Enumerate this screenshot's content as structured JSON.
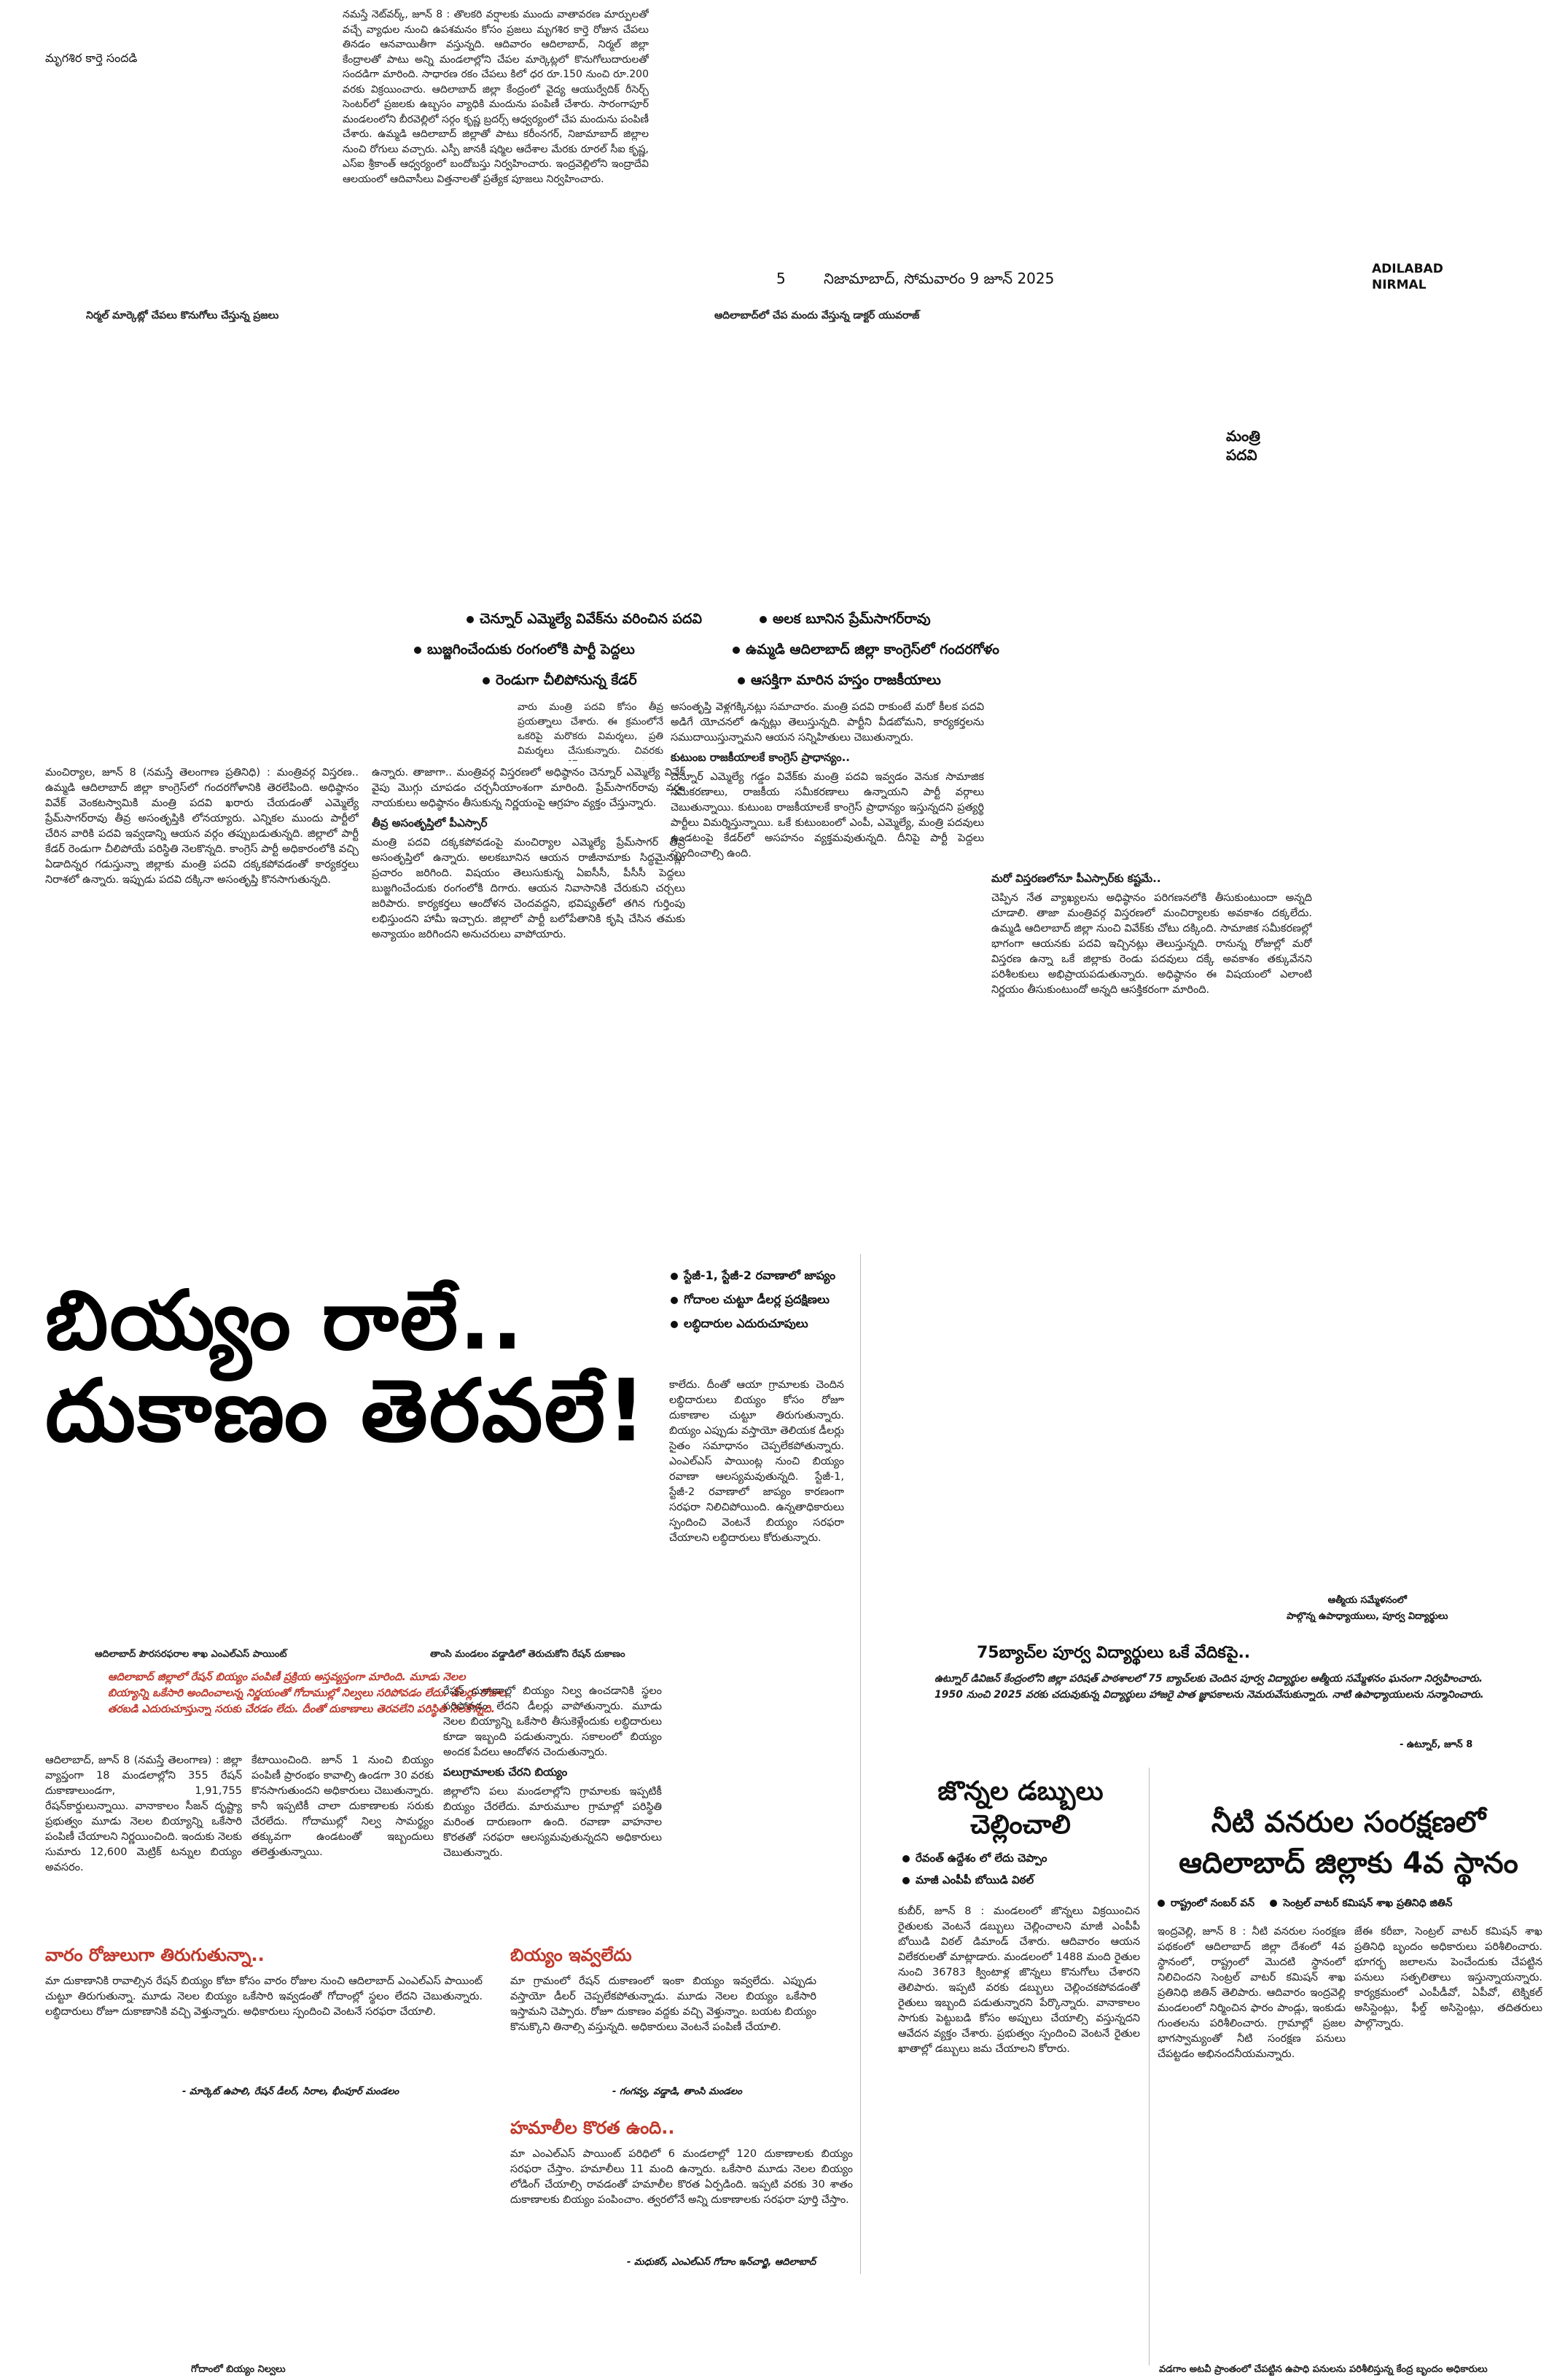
{
  "masthead": {
    "section_title": "మృగశిర కార్తె సందడి",
    "page_number": "5",
    "dateline": "నిజామాబాద్, సోమవారం 9 జూన్ 2025",
    "edition_line1": "ADILABAD",
    "edition_line2": "NIRMAL"
  },
  "top_story": {
    "body": "నమస్తే నెట్‌వర్క్, జూన్ 8 : తొలకరి వర్షాలకు ముందు వాతావరణ మార్పులతో వచ్చే వ్యాధుల నుంచి ఉపశమనం కోసం ప్రజలు మృగశిర కార్తె రోజున చేపలు తినడం ఆనవాయితీగా వస్తున్నది. ఆదివారం ఆదిలాబాద్, నిర్మల్ జిల్లా కేంద్రాలతో పాటు అన్ని మండలాల్లోని చేపల మార్కెట్లలో కొనుగోలుదారులతో సందడిగా మారింది. సాధారణ రకం చేపలు కిలో ధర రూ.150 నుంచి రూ.200 వరకు విక్రయించారు. ఆదిలాబాద్ జిల్లా కేంద్రంలో వైద్య ఆయుర్వేదిక్ రీసెర్చ్ సెంటర్‌లో ప్రజలకు ఉబ్బసం వ్యాధికి మందును పంపిణీ చేశారు. సారంగాపూర్ మండలంలోని బీరవెల్లిలో సర్గం కృష్ణ బ్రదర్స్ ఆధ్వర్యంలో చేప మందును పంపిణీ చేశారు. ఉమ్మడి ఆదిలాబాద్ జిల్లాతో పాటు కరీంనగర్, నిజామాబాద్ జిల్లాల నుంచి రోగులు వచ్చారు. ఎస్పీ జానకీ షర్మిల ఆదేశాల మేరకు రూరల్ సీఐ కృష్ణ, ఎస్‌ఐ శ్రీకాంత్ ఆధ్వర్యంలో బందోబస్తు నిర్వహించారు. ఇంద్రవెల్లిలోని ఇంద్రాదేవి ఆలయంలో ఆదివాసీలు విత్తనాలతో ప్రత్యేక పూజలు నిర్వహించారు.",
    "caption_left": "నిర్మల్ మార్కెట్లో చేపలు కొనుగోలు చేస్తున్న ప్రజలు",
    "caption_right": "ఆదిలాబాద్‌లో చేప మందు వేస్తున్న డాక్టర్ యువరాజ్"
  },
  "minister_story": {
    "kicker_line1": "మంత్రి",
    "kicker_line2": "పదవి",
    "bullets": [
      "చెన్నూర్ ఎమ్మెల్యే వివేక్‌ను వరించిన పదవి",
      "అలక బూనిన ప్రేమ్‌సాగర్‌రావు",
      "బుజ్జగించేందుకు రంగంలోకి పార్టీ పెద్దలు",
      "ఉమ్మడి ఆదిలాబాద్ జిల్లా కాంగ్రెస్‌లో గందరగోళం",
      "రెండుగా చీలిపోనున్న కేడర్",
      "ఆసక్తిగా మారిన హస్తం రాజకీయాలు"
    ],
    "col1": "మంచిర్యాల, జూన్ 8 (నమస్తే తెలంగాణ ప్రతినిధి) : మంత్రివర్గ విస్తరణ.. ఉమ్మడి ఆదిలాబాద్ జిల్లా కాంగ్రెస్‌లో గందరగోళానికి తెరలేపింది. అధిష్ఠానం వివేక్ వెంకటస్వామికి మంత్రి పదవి ఖరారు చేయడంతో ఎమ్మెల్యే ప్రేమ్‌సాగర్‌రావు తీవ్ర అసంతృప్తికి లోనయ్యారు. ఎన్నికల ముందు పార్టీలో చేరిన వారికి పదవి ఇవ్వడాన్ని ఆయన వర్గం తప్పుబడుతున్నది. జిల్లాలో పార్టీ కేడర్ రెండుగా చీలిపోయే పరిస్థితి నెలకొన్నది. కాంగ్రెస్ పార్టీ అధికారంలోకి వచ్చి ఏడాదిన్నర గడుస్తున్నా జిల్లాకు మంత్రి పదవి దక్కకపోవడంతో కార్యకర్తలు నిరాశలో ఉన్నారు. ఇప్పుడు పదవి దక్కినా అసంతృప్తి కొనసాగుతున్నది.",
    "col2": "ఉన్నారు. తాజాగా.. మంత్రివర్గ విస్తరణలో అధిష్ఠానం చెన్నూర్ ఎమ్మెల్యే వివేక్ వైపు మొగ్గు చూపడం చర్చనీయాంశంగా మారింది. ప్రేమ్‌సాగర్‌రావు వర్గం నాయకులు అధిష్ఠానం తీసుకున్న నిర్ణయంపై ఆగ్రహం వ్యక్తం చేస్తున్నారు.",
    "col2_subhead": "తీవ్ర అసంతృప్తిలో పీఎస్సార్",
    "col2b": "మంత్రి పదవి దక్కకపోవడంపై మంచిర్యాల ఎమ్మెల్యే ప్రేమ్‌సాగర్ తీవ్ర అసంతృప్తిలో ఉన్నారు. అలకబూనిన ఆయన రాజీనామాకు సిద్ధమైనట్లు ప్రచారం జరిగింది. విషయం తెలుసుకున్న ఏఐసీసీ, పీసీసీ పెద్దలు బుజ్జగించేందుకు రంగంలోకి దిగారు. ఆయన నివాసానికి చేరుకుని చర్చలు జరిపారు. కార్యకర్తలు ఆందోళన చెందవద్దని, భవిష్యత్‌లో తగిన గుర్తింపు లభిస్తుందని హామీ ఇచ్చారు. జిల్లాలో పార్టీ బలోపేతానికి కృషి చేసిన తమకు అన్యాయం జరిగిందని అనుచరులు వాపోయారు.",
    "col3": "వారు మంత్రి పదవి కోసం తీవ్ర ప్రయత్నాలు చేశారు. ఈ క్రమంలోనే ఒకరిపై మరొకరు విమర్శలు, ప్రతి విమర్శలు చేసుకున్నారు. చివరకు అధిష్ఠానం వివేక్ వైపు మొగ్గు చూపింది. దీంతో ఇరు వర్గాల మధ్య విభేదాలు మరింత ముదిరే అవకాశం ఉందని విశ్లేషకులు అంటున్నారు.",
    "col4": "అసంతృప్తి వెళ్లగక్కినట్లు సమాచారం. మంత్రి పదవి రాకుంటే మరో కీలక పదవి అడిగే యోచనలో ఉన్నట్లు తెలుస్తున్నది. పార్టీని వీడబోమని, కార్యకర్తలను సముదాయిస్తున్నామని ఆయన సన్నిహితులు చెబుతున్నారు.",
    "col4_subhead": "కుటుంబ రాజకీయాలకే కాంగ్రెస్ ప్రాధాన్యం..",
    "col4b": "చెన్నూర్ ఎమ్మెల్యే గడ్డం వివేక్‌కు మంత్రి పదవి ఇవ్వడం వెనుక సామాజిక సమీకరణాలు, రాజకీయ సమీకరణాలు ఉన్నాయని పార్టీ వర్గాలు చెబుతున్నాయి. కుటుంబ రాజకీయాలకే కాంగ్రెస్ ప్రాధాన్యం ఇస్తున్నదని ప్రత్యర్థి పార్టీలు విమర్శిస్తున్నాయి. ఒకే కుటుంబంలో ఎంపీ, ఎమ్మెల్యే, మంత్రి పదవులు ఉండటంపై కేడర్‌లో అసహనం వ్యక్తమవుతున్నది. దీనిపై పార్టీ పెద్దలు స్పందించాల్సి ఉంది.",
    "col5_subhead": "మరో విస్తరణలోనూ పీఎస్సార్‌కు కష్టమే..",
    "col5": "చెప్పిన నేత వ్యాఖ్యలను అధిష్ఠానం పరిగణనలోకి తీసుకుంటుందా అన్నది చూడాలి. తాజా మంత్రివర్గ విస్తరణలో మంచిర్యాలకు అవకాశం దక్కలేదు. ఉమ్మడి ఆదిలాబాద్ జిల్లా నుంచి వివేక్‌కు చోటు దక్కింది. సామాజిక సమీకరణల్లో భాగంగా ఆయనకు పదవి ఇచ్చినట్లు తెలుస్తున్నది. రానున్న రోజుల్లో మరో విస్తరణ ఉన్నా ఒకే జిల్లాకు రెండు పదవులు దక్కే అవకాశం తక్కువేనని పరిశీలకులు అభిప్రాయపడుతున్నారు. అధిష్ఠానం ఈ విషయంలో ఎలాంటి నిర్ణయం తీసుకుంటుందో అన్నది ఆసక్తికరంగా మారింది."
  },
  "rice_story": {
    "headline_line1": "బియ్యం రాలే..",
    "headline_line2": "దుకాణం తెరవలే!",
    "bullets": [
      "స్టేజీ-1, స్టేజీ-2 రవాణాలో జాప్యం",
      "గోదాంల చుట్టూ డీలర్ల ప్రదక్షిణలు",
      "లబ్ధిదారుల ఎదురుచూపులు"
    ],
    "red_lead": "ఆదిలాబాద్ జిల్లాలో రేషన్ బియ్యం పంపిణీ ప్రక్రియ అస్తవ్యస్తంగా మారింది. మూడు నెలల బియ్యాన్ని ఒకేసారి అందించాలన్న నిర్ణయంతో గోదాముల్లో నిల్వలు సరిపోవడం లేదు. డీలర్లు రోజుల తరబడి ఎదురుచూస్తున్నా సరుకు చేరడం లేదు. దీంతో దుకాణాలు తెరవలేని పరిస్థితి నెలకొన్నది.",
    "body_col1": "ఆదిలాబాద్, జూన్ 8 (నమస్తే తెలంగాణ) : జిల్లా వ్యాప్తంగా 18 మండలాల్లోని 355 రేషన్ దుకాణాలుండగా, 1,91,755 రేషన్‌కార్డులున్నాయి. వానాకాలం సీజన్ దృష్ట్యా ప్రభుత్వం మూడు నెలల బియ్యాన్ని ఒకేసారి పంపిణీ చేయాలని నిర్ణయించింది. ఇందుకు నెలకు సుమారు 12,600 మెట్రిక్ టన్నుల బియ్యం అవసరం.",
    "body_col2": "కేటాయించింది. జూన్ 1 నుంచి బియ్యం పంపిణీ ప్రారంభం కావాల్సి ఉండగా 30 వరకు కొనసాగుతుందని అధికారులు చెబుతున్నారు. కానీ ఇప్పటికీ చాలా దుకాణాలకు సరుకు చేరలేదు. గోదాముల్లో నిల్వ సామర్థ్యం తక్కువగా ఉండటంతో ఇబ్బందులు తలెత్తుతున్నాయి.",
    "body_col3": "రేషన్ దుకాణాల్లో బియ్యం నిల్వ ఉంచడానికి స్థలం సరిపోవడం లేదని డీలర్లు వాపోతున్నారు. మూడు నెలల బియ్యాన్ని ఒకేసారి తీసుకెళ్లేందుకు లబ్ధిదారులు కూడా ఇబ్బంది పడుతున్నారు. సకాలంలో బియ్యం అందక పేదలు ఆందోళన చెందుతున్నారు.",
    "body_col4": "కాలేదు. దీంతో ఆయా గ్రామాలకు చెందిన లబ్ధిదారులు బియ్యం కోసం రోజూ దుకాణాల చుట్టూ తిరుగుతున్నారు. బియ్యం ఎప్పుడు వస్తాయో తెలియక డీలర్లు సైతం సమాధానం చెప్పలేకపోతున్నారు. ఎంఎల్‌ఎస్ పాయింట్ల నుంచి బియ్యం రవాణా ఆలస్యమవుతున్నది. స్టేజీ-1, స్టేజీ-2 రవాణాలో జాప్యం కారణంగా సరఫరా నిలిచిపోయింది. ఉన్నతాధికారులు స్పందించి వెంటనే బియ్యం సరఫరా చేయాలని లబ్ధిదారులు కోరుతున్నారు.",
    "subhead1": "పలుగ్రామాలకు చేరని బియ్యం",
    "body_col3b": "జిల్లాలోని పలు మండలాల్లోని గ్రామాలకు ఇప్పటికీ బియ్యం చేరలేదు. మారుమూల గ్రామాల్లో పరిస్థితి మరింత దారుణంగా ఉంది. రవాణా వాహనాల కొరతతో సరఫరా ఆలస్యమవుతున్నదని అధికారులు చెబుతున్నారు.",
    "caption_left": "ఆదిలాబాద్ పౌరసరఫరాల శాఖ ఎంఎల్‌ఎస్ పాయింట్",
    "caption_middle": "తాంసి మండలం వడ్డాడిలో తెరుచుకోని రేషన్ దుకాణం",
    "sec1_head": "వారం రోజులుగా తిరుగుతున్నా..",
    "sec1_body": "మా దుకాణానికి రావాల్సిన రేషన్ బియ్యం కోటా కోసం వారం రోజుల నుంచి ఆదిలాబాద్ ఎంఎల్‌ఎస్ పాయింట్ చుట్టూ తిరుగుతున్నా. మూడు నెలల బియ్యం ఒకేసారి ఇవ్వడంతో గోదాంల్లో స్థలం లేదని చెబుతున్నారు. లబ్ధిదారులు రోజూ దుకాణానికి వచ్చి వెళ్తున్నారు. అధికారులు స్పందించి వెంటనే సరఫరా చేయాలి.",
    "sec1_byline": "- మార్కెట్ ఉపాలి, రేషన్ డీలర్, సిరాల, భీంపూర్ మండలం",
    "sec2_head": "బియ్యం ఇవ్వలేదు",
    "sec2_body": "మా గ్రామంలో రేషన్ దుకాణంలో ఇంకా బియ్యం ఇవ్వలేదు. ఎప్పుడు వస్తాయో డీలర్ చెప్పలేకపోతున్నాడు. మూడు నెలల బియ్యం ఒకేసారి ఇస్తామని చెప్పారు. రోజూ దుకాణం వద్దకు వచ్చి వెళ్తున్నాం. బయట బియ్యం కొనుక్కొని తినాల్సి వస్తున్నది. అధికారులు వెంటనే పంపిణీ చేయాలి.",
    "sec2_byline": "- గంగవ్వ, వడ్డాడి, తాంసి మండలం",
    "sec3_head": "హమాలీల కొరత ఉంది..",
    "sec3_body": "మా ఎంఎల్‌ఎస్ పాయింట్ పరిధిలో 6 మండలాల్లో 120 దుకాణాలకు బియ్యం సరఫరా చేస్తాం. హమాలీలు 11 మంది ఉన్నారు. ఒకేసారి మూడు నెలల బియ్యం లోడింగ్ చేయాల్సి రావడంతో హమాలీల కొరత ఏర్పడింది. ఇప్పటి వరకు 30 శాతం దుకాణాలకు బియ్యం పంపించాం. త్వరలోనే అన్ని దుకాణాలకు సరఫరా పూర్తి చేస్తాం.",
    "sec3_byline": "- మధుకర్, ఎంఎల్‌ఎస్ గోదాం ఇన్‌చార్జి, ఆదిలాబాద్",
    "bottom_caption": "గోదాంలో బియ్యం నిల్వలు"
  },
  "alumni_story": {
    "caption_top_line1": "ఆత్మీయ సమ్మేళనంలో",
    "caption_top_line2": "పాల్గొన్న ఉపాధ్యాయులు, పూర్వ విద్యార్థులు",
    "headline": "75బ్యాచ్‌ల పూర్వ విద్యార్థులు ఒకే వేదికపై..",
    "body": "ఉట్నూర్ డివిజన్ కేంద్రంలోని జిల్లా పరిషత్ పాఠశాలలో 75 బ్యాచ్‌లకు చెందిన పూర్వ విద్యార్థుల ఆత్మీయ సమ్మేళనం ఘనంగా నిర్వహించారు. 1950 నుంచి 2025 వరకు చదువుకున్న విద్యార్థులు హాజరై పాత జ్ఞాపకాలను నెమరువేసుకున్నారు. నాటి ఉపాధ్యాయులను సన్మానించారు.",
    "byline": "- ఉట్నూర్, జూన్ 8"
  },
  "jowar_story": {
    "headline_line1": "జొన్నల డబ్బులు",
    "headline_line2": "చెల్లించాలి",
    "bullets": [
      "రేవంత్ ఉద్దేశం లో లేదు చెప్పాం",
      "మాజీ ఎంపీపీ బోయిడి విఠల్"
    ],
    "body": "కుబీర్, జూన్ 8 : మండలంలో జొన్నలు విక్రయించిన రైతులకు వెంటనే డబ్బులు చెల్లించాలని మాజీ ఎంపీపీ బోయిడి విఠల్ డిమాండ్ చేశారు. ఆదివారం ఆయన విలేకరులతో మాట్లాడారు. మండలంలో 1488 మంది రైతుల నుంచి 36783 క్వింటాళ్ల జొన్నలు కొనుగోలు చేశారని తెలిపారు. ఇప్పటి వరకు డబ్బులు చెల్లించకపోవడంతో రైతులు ఇబ్బంది పడుతున్నారని పేర్కొన్నారు. వానాకాలం సాగుకు పెట్టుబడి కోసం అప్పులు చేయాల్సి వస్తున్నదని ఆవేదన వ్యక్తం చేశారు. ప్రభుత్వం స్పందించి వెంటనే రైతుల ఖాతాల్లో డబ్బులు జమ చేయాలని కోరారు."
  },
  "water_story": {
    "headline_line1": "నీటి వనరుల సంరక్షణలో",
    "headline_line2": "ఆదిలాబాద్ జిల్లాకు 4వ స్థానం",
    "bullets": [
      "రాష్ట్రంలో నంబర్ వన్",
      "సెంట్రల్ వాటర్ కమిషన్ శాఖ ప్రతినిధి జితిన్"
    ],
    "body_col1": "ఇంద్రవెల్లి, జూన్ 8 : నీటి వనరుల సంరక్షణ పథకంలో ఆదిలాబాద్ జిల్లా దేశంలో 4వ స్థానంలో, రాష్ట్రంలో మొదటి స్థానంలో నిలిచిందని సెంట్రల్ వాటర్ కమిషన్ శాఖ ప్రతినిధి జితిన్ తెలిపారు. ఆదివారం ఇంద్రవెల్లి మండలంలో నిర్మించిన ఫారం పాండ్లు, ఇంకుడు గుంతలను పరిశీలించారు. గ్రామాల్లో ప్రజల భాగస్వామ్యంతో నీటి సంరక్షణ పనులు చేపట్టడం అభినందనీయమన్నారు.",
    "body_col2": "జేఈ కరీబా, సెంట్రల్ వాటర్ కమిషన్ శాఖ ప్రతినిధి బృందం అధికారులు పరిశీలించారు. భూగర్భ జలాలను పెంచేందుకు చేపట్టిన పనులు సత్ఫలితాలు ఇస్తున్నాయన్నారు. కార్యక్రమంలో ఎంపీడీవో, ఏపీవో, టెక్నికల్ అసిస్టెంట్లు, ఫీల్డ్ అసిస్టెంట్లు, తదితరులు పాల్గొన్నారు.",
    "caption": "వడగాం అటవీ ప్రాంతంలో చేపట్టిన ఉపాధి పనులను పరిశీలిస్తున్న కేంద్ర బృందం అధికారులు"
  }
}
